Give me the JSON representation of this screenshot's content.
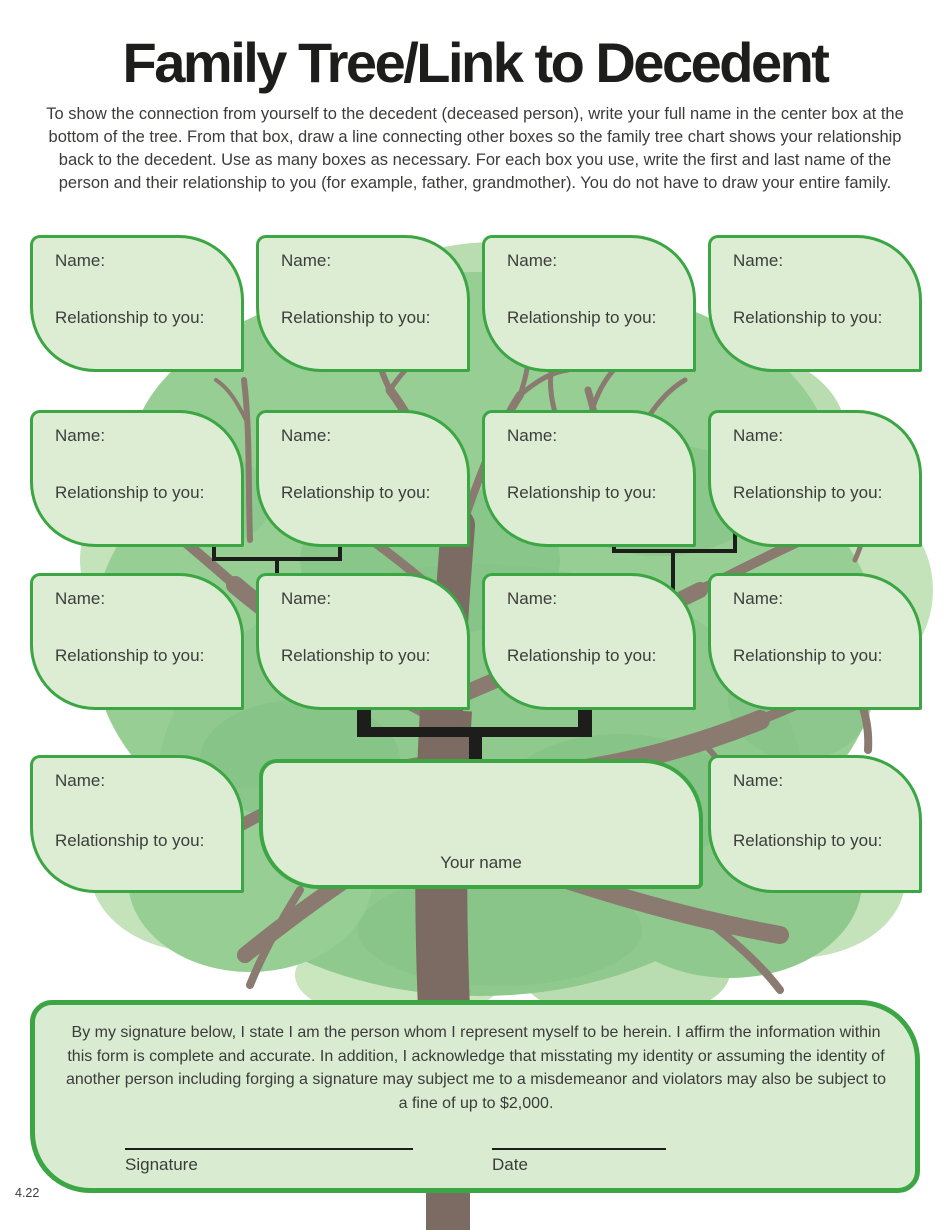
{
  "page": {
    "title": "Family Tree/Link to Decedent",
    "instructions": "To show the connection from yourself to the decedent (deceased person), write your full name in the center box at the bottom of the tree. From that box, draw a line connecting other boxes so the family tree chart shows your relationship back to the decedent. Use as many boxes as necessary. For each box you use, write the first and last name of the person and their relationship to you (for example, father, grandmother). You do not have to draw your entire family.",
    "footer": "4.22"
  },
  "box_labels": {
    "name": "Name:",
    "relationship": "Relationship to you:"
  },
  "center_box": {
    "label": "Your name"
  },
  "signature_section": {
    "statement": "By my signature below, I state I am the person whom I represent myself to be herein. I affirm the information within this form is complete and accurate. In addition, I acknowledge that misstating my identity or assuming the identity of another person including forging a signature may subject me to a misdemeanor and violators may also be subject to a fine of up to $2,000.",
    "signature_label": "Signature",
    "date_label": "Date"
  },
  "colors": {
    "box_border_green": "#3ca644",
    "box_fill_green": "#dcedd3",
    "signature_fill_green": "#d9ecd2",
    "connector_black": "#1d1d1b",
    "canopy_green": "#96ce94",
    "canopy_light_green": "#b9ddb0",
    "canopy_dark_green": "#7fbf81",
    "branch_brown": "#8a7a70",
    "trunk_brown": "#7b6b63",
    "text_dark": "#3b3b3a",
    "title_black": "#1d1d1b"
  }
}
